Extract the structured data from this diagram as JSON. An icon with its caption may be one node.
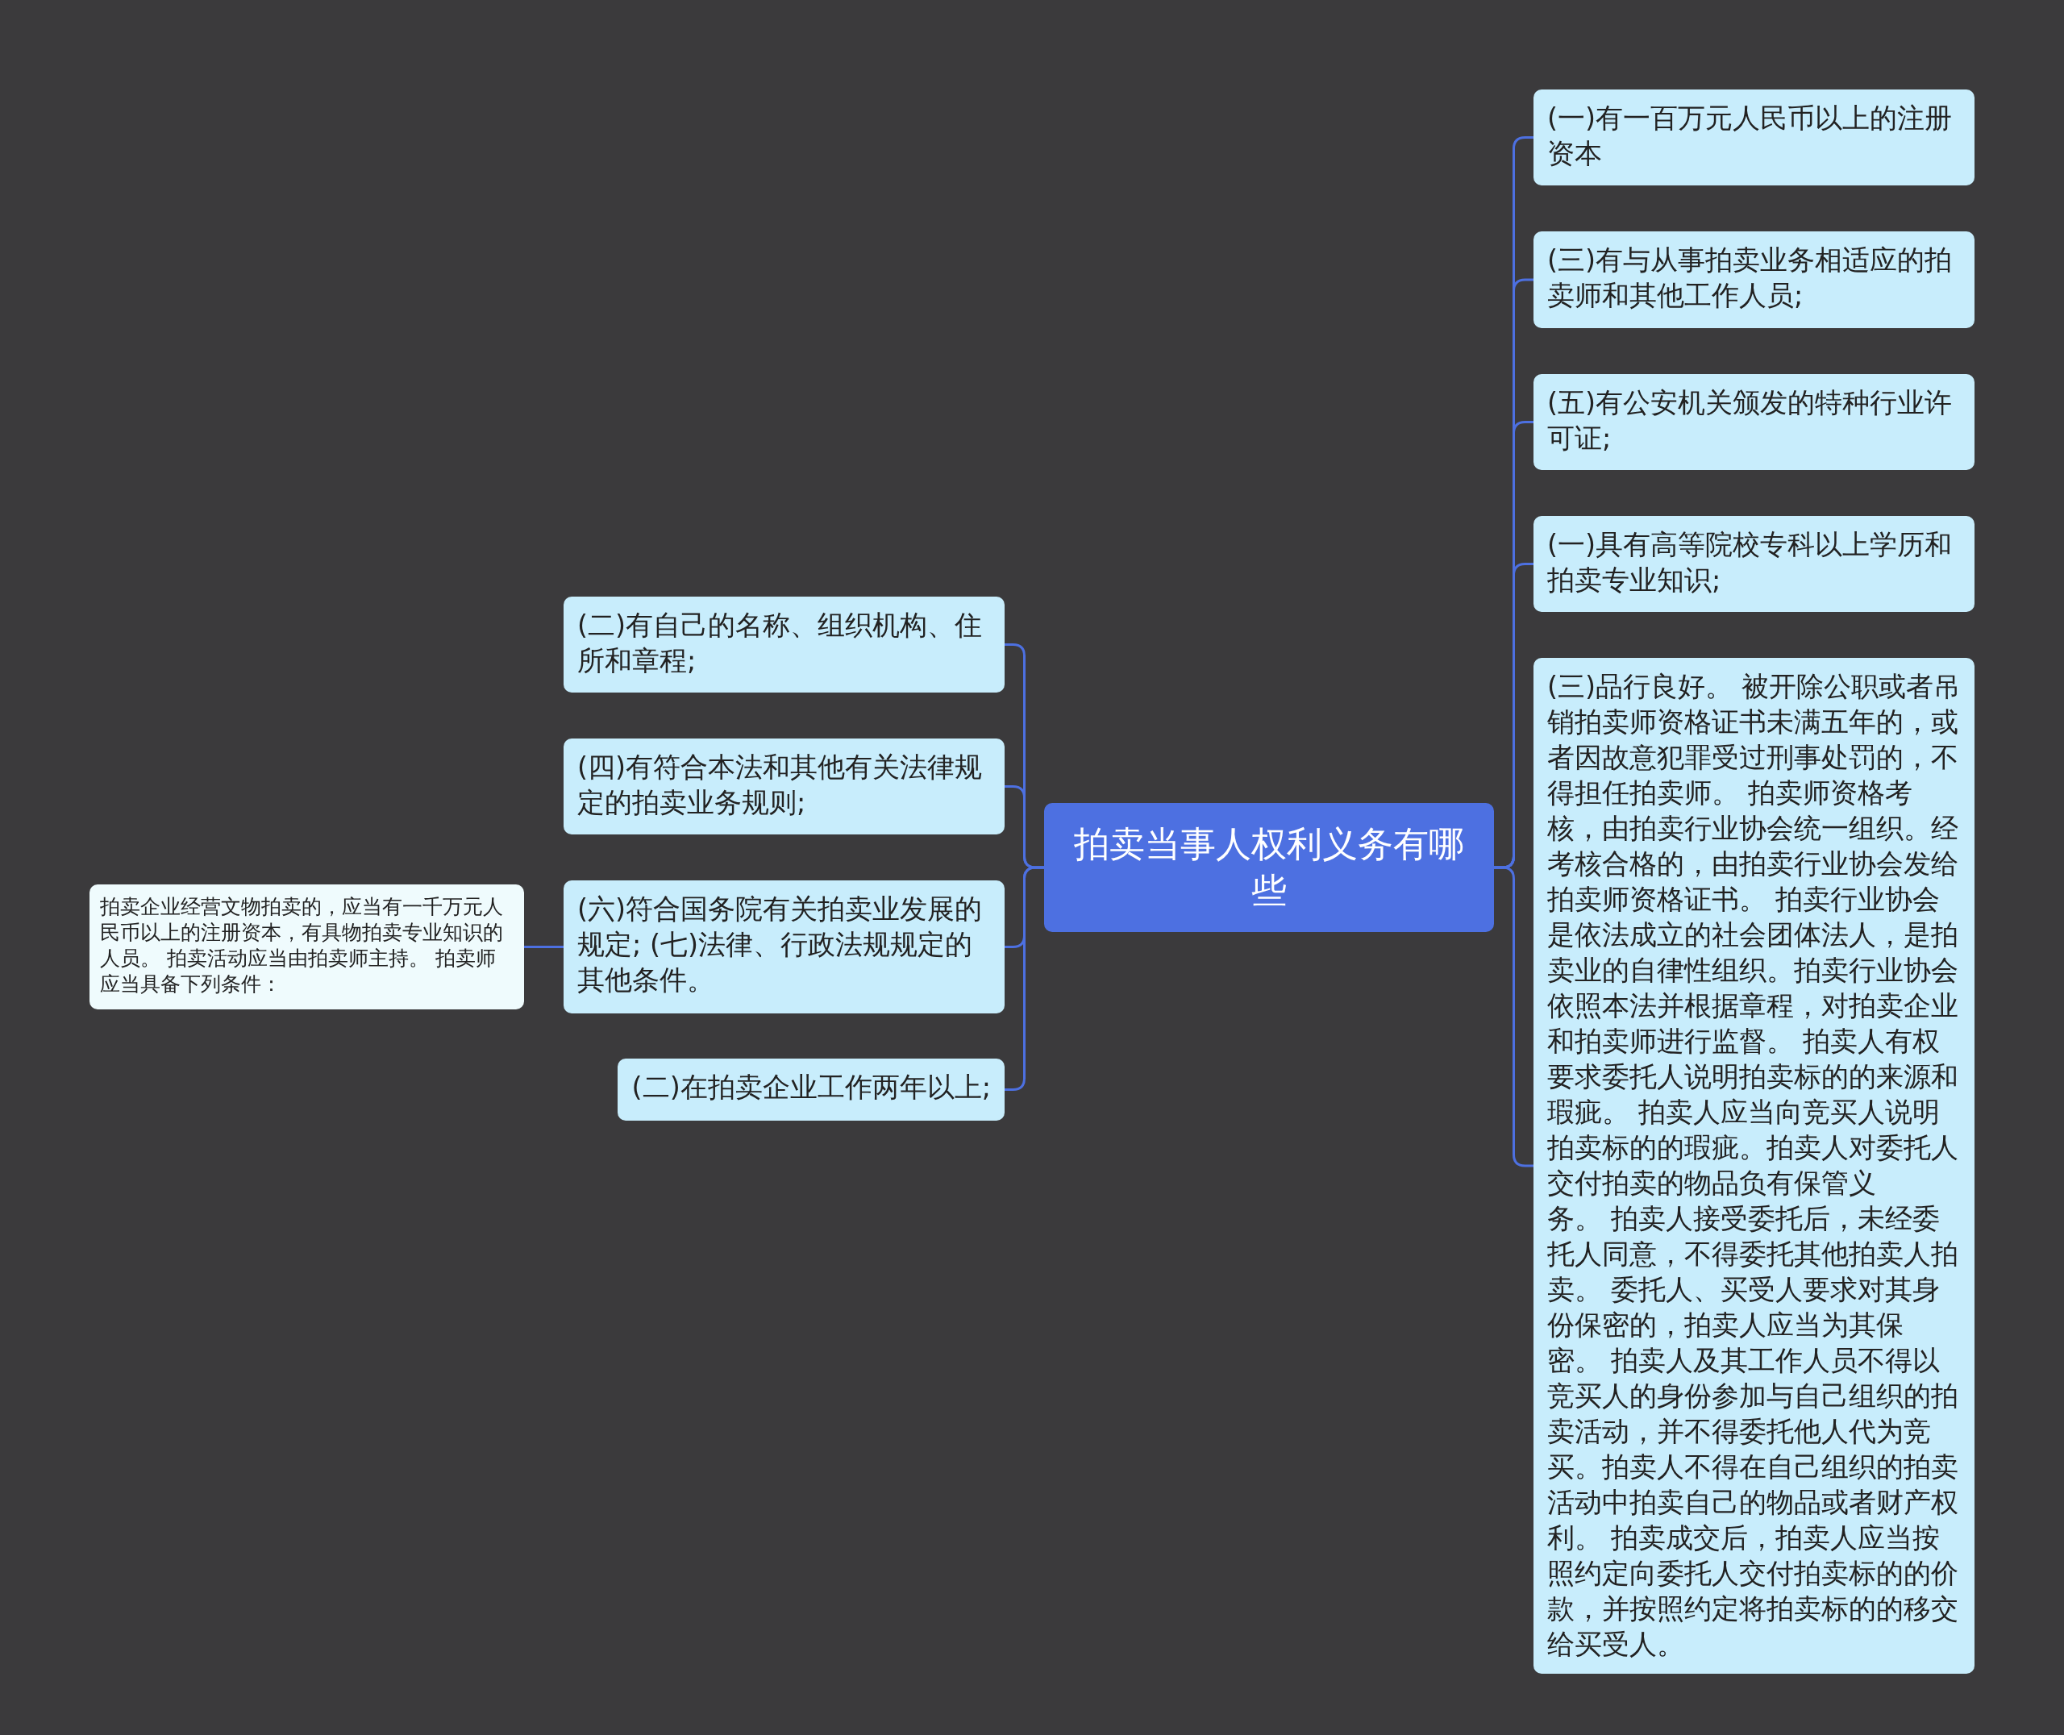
{
  "diagram": {
    "nodes": [
      {
        "text": [
          "拍卖当事人权利义务有哪些"
        ]
      },
      {
        "text": [
          "(二)有自己的名称、组织机构、住所和章程;"
        ]
      },
      {
        "text": [
          "(四)有符合本法和其他有关法律规定的拍卖业务规则;"
        ]
      },
      {
        "text": [
          "(六)符合国务院有关拍卖业发展的规定; (七)法律、行政法规规定的其他条件。"
        ]
      },
      {
        "text": [
          "(二)在拍卖企业工作两年以上;"
        ]
      },
      {
        "text": [
          "拍卖企业经营文物拍卖的，应当有一千万元人民币以上的注册资本，有具物拍卖专业知识的人员。 拍卖活动应当由拍卖师主持。 拍卖师应当具备下列条件："
        ]
      },
      {
        "text": [
          "(一)有一百万元人民币以上的注册资本"
        ]
      },
      {
        "text": [
          "(三)有与从事拍卖业务相适应的拍卖师和其他工作人员;"
        ]
      },
      {
        "text": [
          "(五)有公安机关颁发的特种行业许可证;"
        ]
      },
      {
        "text": [
          "(一)具有高等院校专科以上学历和拍卖专业知识;"
        ]
      },
      {
        "text": [
          "(三)品行良好。 被开除公职或者吊销拍卖师资格证书未满五年的，或者因故意犯罪受过刑事处罚的，不得担任拍卖师。 拍卖师资格考核，由拍卖行业协会统一组织。经考核合格的，由拍卖行业协会发给拍卖师资格证书。 拍卖行业协会是依法成立的社会团体法人，是拍卖业的自律性组织。拍卖行业协会依照本法并根据章程，对拍卖企业和拍卖师进行监督。 拍卖人有权要求委托人说明拍卖标的的来源和瑕疵。 拍卖人应当向竞买人说明拍卖标的的瑕疵。拍卖人对委托人交付拍卖的物品负有保管义务。 拍卖人接受委托后，未经委托人同意，不得委托其他拍卖人拍卖。 委托人、买受人要求对其身份保密的，拍卖人应当为其保密。 拍卖人及其工作人员不得以竞买人的身份参加与自己组织的拍卖活动，并不得委托他人代为竞买。拍卖人不得在自己组织的拍卖活动中拍卖自己的物品或者财产权利。 拍卖成交后，拍卖人应当按照约定向委托人交付拍卖标的的价款，并按照约定将拍卖标的的移交给买受人。"
        ]
      }
    ],
    "edges": [
      {
        "from": 0,
        "to": 1,
        "arrow": "none"
      },
      {
        "from": 0,
        "to": 2,
        "arrow": "none"
      },
      {
        "from": 0,
        "to": 3,
        "arrow": "none"
      },
      {
        "from": 0,
        "to": 4,
        "arrow": "none"
      },
      {
        "from": 3,
        "to": 5,
        "arrow": "none"
      },
      {
        "from": 0,
        "to": 6,
        "arrow": "none"
      },
      {
        "from": 0,
        "to": 7,
        "arrow": "none"
      },
      {
        "from": 0,
        "to": 8,
        "arrow": "none"
      },
      {
        "from": 0,
        "to": 9,
        "arrow": "none"
      },
      {
        "from": 0,
        "to": 10,
        "arrow": "none"
      }
    ]
  }
}
